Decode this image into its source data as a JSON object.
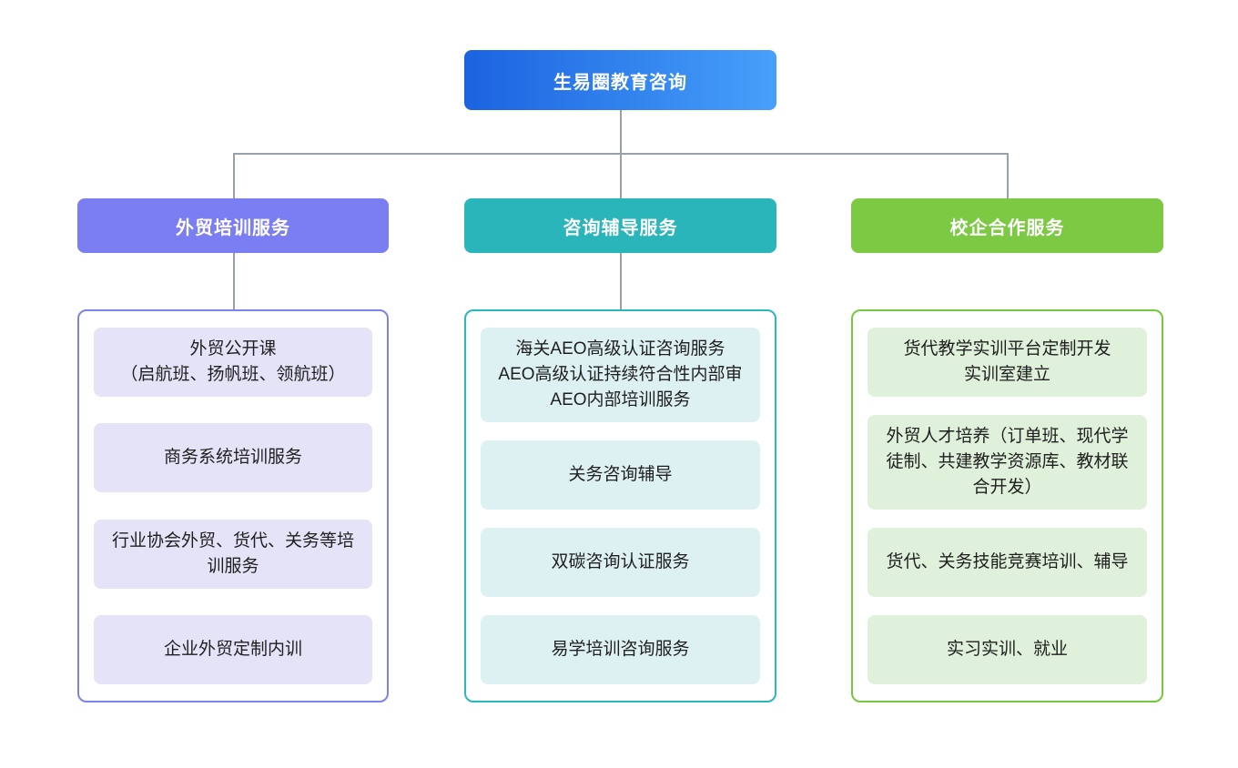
{
  "root": {
    "label": "生易圈教育咨询"
  },
  "branches": [
    {
      "label": "外贸培训服务",
      "items": [
        "外贸公开课\n（启航班、扬帆班、领航班）",
        "商务系统培训服务",
        "行业协会外贸、货代、关务等培训服务",
        "企业外贸定制内训"
      ]
    },
    {
      "label": "咨询辅导服务",
      "items": [
        "海关AEO高级认证咨询服务\nAEO高级认证持续符合性内部审\nAEO内部培训服务",
        "关务咨询辅导",
        "双碳咨询认证服务",
        "易学培训咨询服务"
      ]
    },
    {
      "label": "校企合作服务",
      "items": [
        "货代教学实训平台定制开发\n实训室建立",
        "外贸人才培养（订单班、现代学徒制、共建教学资源库、教材联合开发）",
        "货代、关务技能竞赛培训、辅导",
        "实习实训、就业"
      ]
    }
  ],
  "colors": {
    "root_gradient_start": "#1b63e0",
    "root_gradient_end": "#47a0fa",
    "branch1_header": "#7b7df2",
    "branch1_border": "#7f81f2",
    "branch1_item_bg": "#e5e3f8",
    "branch2_header": "#2ab5ba",
    "branch2_border": "#2ab7bd",
    "branch2_item_bg": "#ddf1f2",
    "branch3_header": "#7cc944",
    "branch3_border": "#74c93e",
    "branch3_item_bg": "#dff0db",
    "connector": "#9aa0a8",
    "header_text": "#ffffff",
    "item_text": "#1f1f1f"
  }
}
